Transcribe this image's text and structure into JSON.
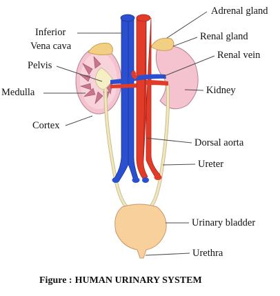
{
  "labels": {
    "adrenal_gland": "Adrenal gland",
    "inferior": "Inferior",
    "vena_cava": "Vena cava",
    "renal_gland": "Renal gland",
    "renal_vein": "Renal vein",
    "pelvis": "Pelvis",
    "medulla": "Medulla",
    "kidney": "Kidney",
    "cortex": "Cortex",
    "dorsal_aorta": "Dorsal aorta",
    "ureter": "Ureter",
    "urinary_bladder": "Urinary bladder",
    "urethra": "Urethra"
  },
  "caption": {
    "prefix": "Figure :",
    "title": "HUMAN URINARY SYSTEM"
  },
  "colors": {
    "vein_blue": "#2a4fd0",
    "artery_red": "#e23b2a",
    "kidney_pink": "#f4c3cf",
    "medulla_pink": "#c9758c",
    "pelvis_cream": "#f5efc6",
    "adrenal_yellow": "#f3cf86",
    "bladder_peach": "#f7d09c",
    "ureter_cream": "#f1e7bd"
  }
}
